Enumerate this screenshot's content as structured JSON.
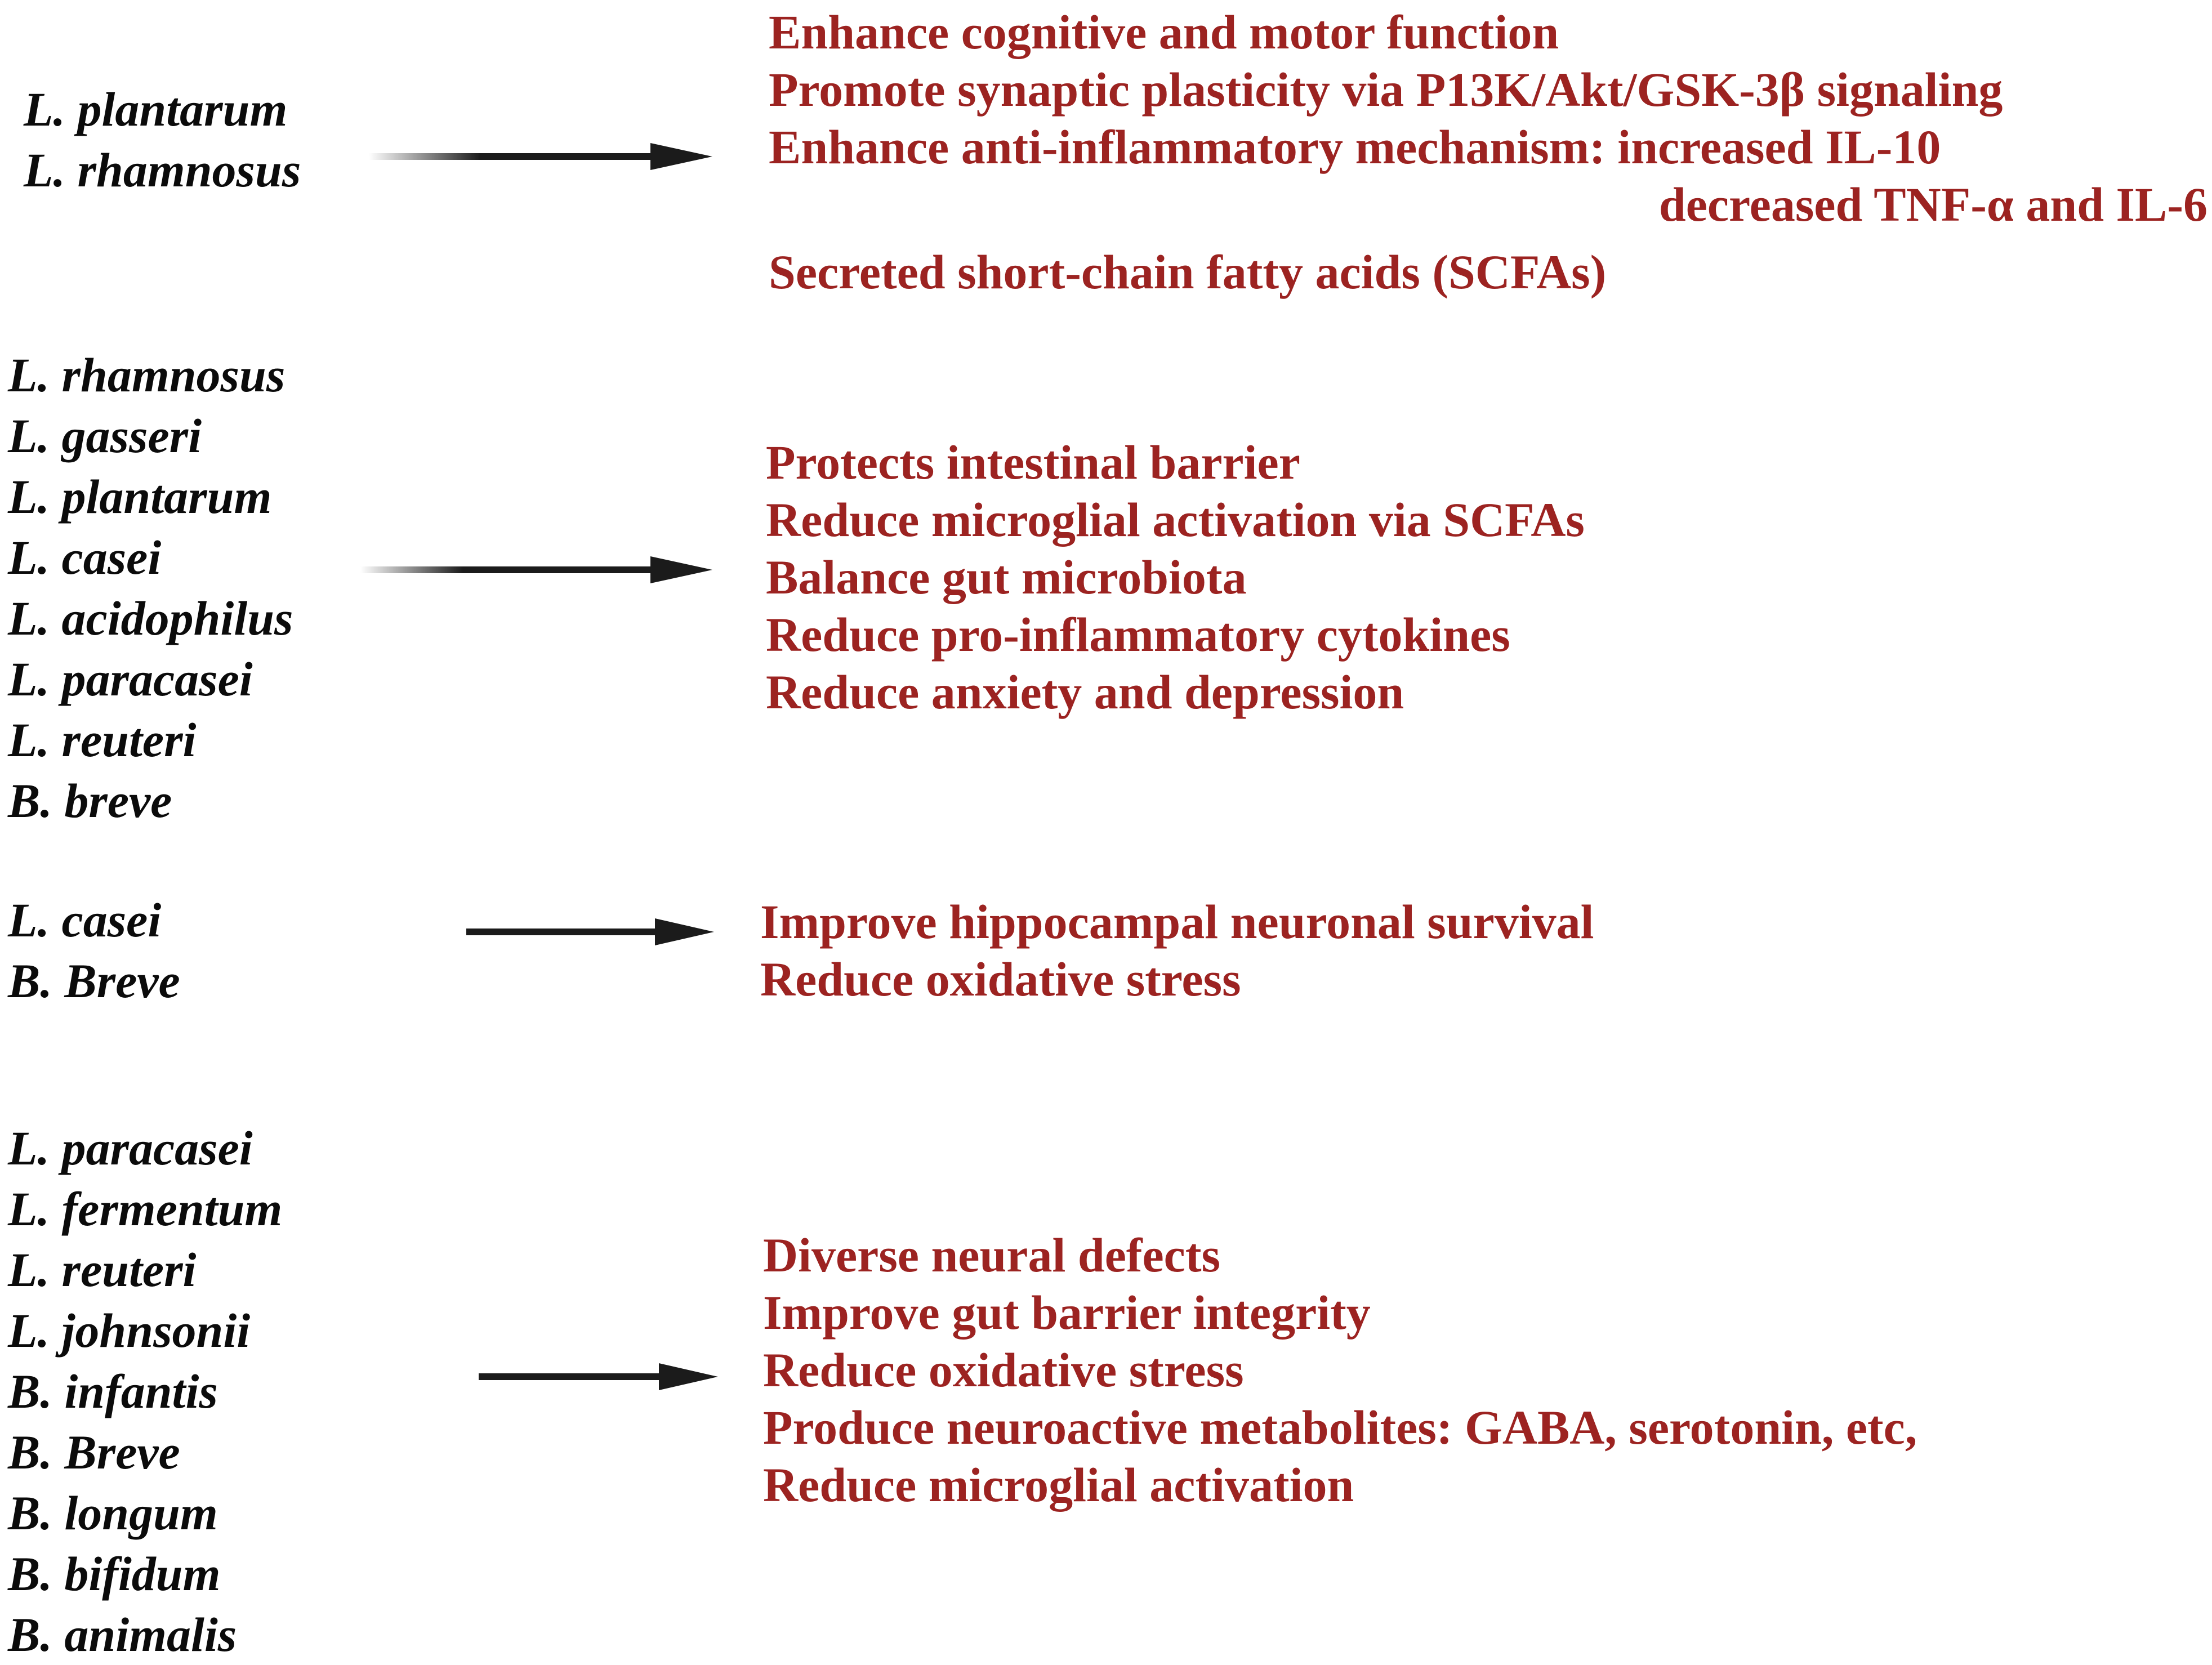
{
  "theme": {
    "background": "#ffffff",
    "species_color": "#0b0b0b",
    "effects_color": "#9c2321",
    "arrow_color": "#1b1b1b"
  },
  "diagram": {
    "type": "probiotic-species-to-effects-flow",
    "blocks": [
      {
        "id": "block-1",
        "species": [
          "L. plantarum",
          "L. rhamnosus"
        ],
        "arrow": {
          "style": "gradient-fade-tail",
          "direction": "right"
        },
        "effects": [
          "Enhance cognitive and motor function",
          "Promote synaptic plasticity via P13K/Akt/GSK-3β signaling",
          "Enhance anti-inflammatory mechanism: increased IL-10",
          "decreased TNF-α and IL-6",
          "Secreted short-chain fatty acids (SCFAs)"
        ]
      },
      {
        "id": "block-2",
        "species": [
          "L. rhamnosus",
          "L. gasseri",
          "L. plantarum",
          "L. casei",
          "L. acidophilus",
          "L. paracasei",
          "L. reuteri",
          "B. breve"
        ],
        "arrow": {
          "style": "gradient-fade-tail",
          "direction": "right"
        },
        "effects": [
          "Protects intestinal barrier",
          "Reduce microglial activation via SCFAs",
          "Balance gut microbiota",
          "Reduce pro-inflammatory cytokines",
          "Reduce anxiety and depression"
        ]
      },
      {
        "id": "block-3",
        "species": [
          "L. casei",
          "B. Breve"
        ],
        "arrow": {
          "style": "solid",
          "direction": "right"
        },
        "effects": [
          "Improve hippocampal neuronal survival",
          "Reduce oxidative stress"
        ]
      },
      {
        "id": "block-4",
        "species": [
          "L. paracasei",
          "L. fermentum",
          "L. reuteri",
          "L. johnsonii",
          "B. infantis",
          "B. Breve",
          "B. longum",
          "B. bifidum",
          "B. animalis"
        ],
        "arrow": {
          "style": "solid",
          "direction": "right"
        },
        "effects": [
          "Diverse neural defects",
          "Improve gut barrier integrity",
          "Reduce oxidative stress",
          "Produce neuroactive metabolites: GABA, serotonin, etc,",
          "Reduce microglial activation"
        ]
      }
    ]
  }
}
